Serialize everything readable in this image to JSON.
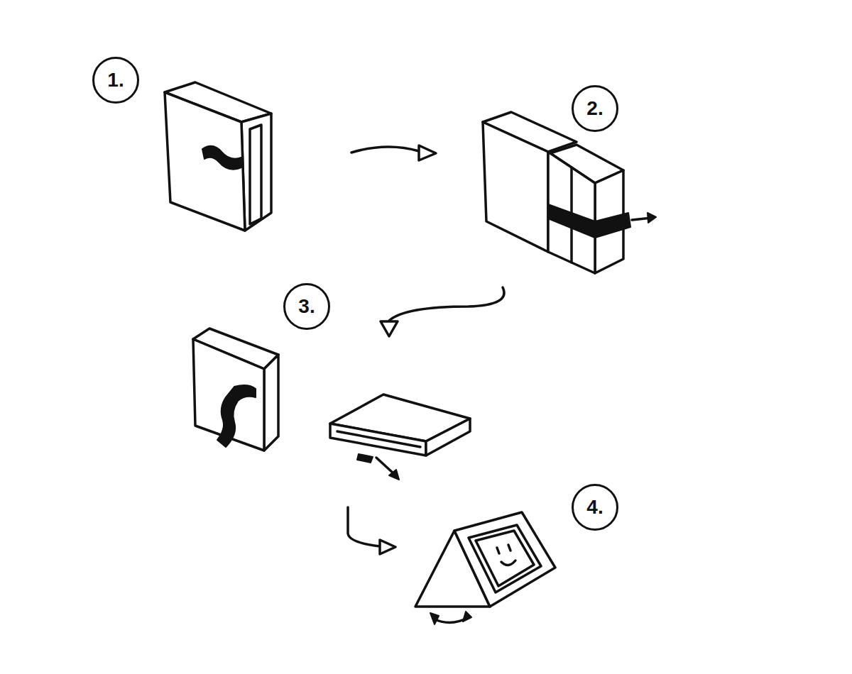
{
  "diagram": {
    "nodes": [
      {
        "text": [
          "1."
        ]
      },
      {
        "text": [
          "2."
        ]
      },
      {
        "text": [
          "3."
        ]
      },
      {
        "text": [
          "4."
        ]
      }
    ]
  }
}
